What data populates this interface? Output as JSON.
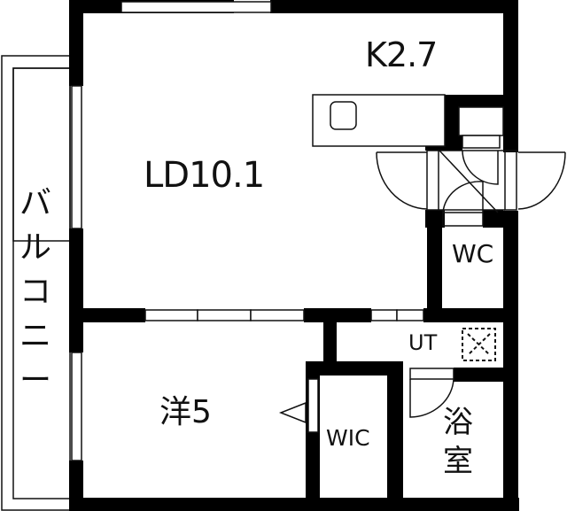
{
  "floor_plan": {
    "rooms": {
      "living_dining": {
        "label": "LD10.1"
      },
      "kitchen": {
        "label": "K2.7"
      },
      "toilet": {
        "label": "WC"
      },
      "utility": {
        "label": "UT"
      },
      "western_room": {
        "label": "洋5"
      },
      "walk_in_closet": {
        "label": "WIC"
      },
      "bathroom": {
        "label": "浴室"
      },
      "balcony": {
        "label": "バルコニー"
      }
    },
    "colors": {
      "wall": "#000000",
      "background": "#ffffff",
      "line": "#111111"
    }
  }
}
